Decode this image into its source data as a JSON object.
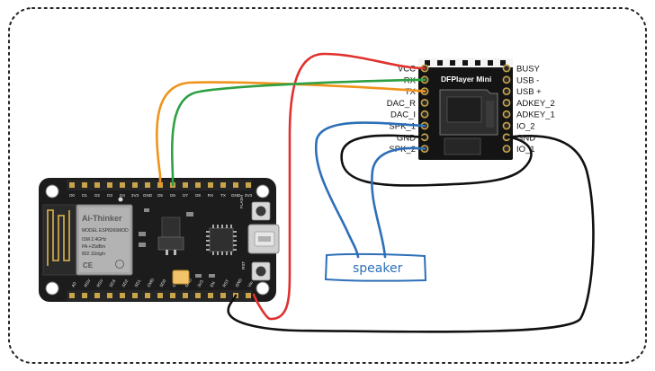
{
  "nodemcu": {
    "top_pins": [
      "D0",
      "D1",
      "D2",
      "D3",
      "D4",
      "3V3",
      "GND",
      "D5",
      "D6",
      "D7",
      "D8",
      "RX",
      "TX",
      "GND",
      "3V3"
    ],
    "bottom_pins": [
      "A0",
      "RSV",
      "RSV",
      "SD3",
      "SD2",
      "SD1",
      "CMD",
      "SD0",
      "CLK",
      "GND",
      "3V3",
      "EN",
      "RST",
      "GND",
      "Vin"
    ],
    "wifi_module": {
      "brand": "Ai-Thinker",
      "model": "MODEL ESP8266MOD",
      "line1": "ISM 2.4GHz",
      "line2": "PA +25dBm",
      "line3": "802.11b/g/n"
    },
    "flash_label": "FLASH",
    "rst_label": "RST"
  },
  "dfplayer": {
    "title": "DFPlayer Mini",
    "left_pins": [
      "VCC",
      "RX",
      "TX",
      "DAC_R",
      "DAC_I",
      "SPK_1",
      "GND",
      "SPK_2"
    ],
    "right_pins": [
      "BUSY",
      "USB -",
      "USB +",
      "ADKEY_2",
      "ADKEY_1",
      "IO_2",
      "GND",
      "IO_1"
    ]
  },
  "speaker": {
    "label": "speaker"
  },
  "colors": {
    "vcc_wire": "#e0312f",
    "rx_wire": "#2ea043",
    "tx_wire": "#f0931a",
    "gnd_wire": "#111111",
    "spk_wire": "#2d6fb8",
    "board": "#1c1c1c",
    "pin_gold": "#c9a54a"
  }
}
